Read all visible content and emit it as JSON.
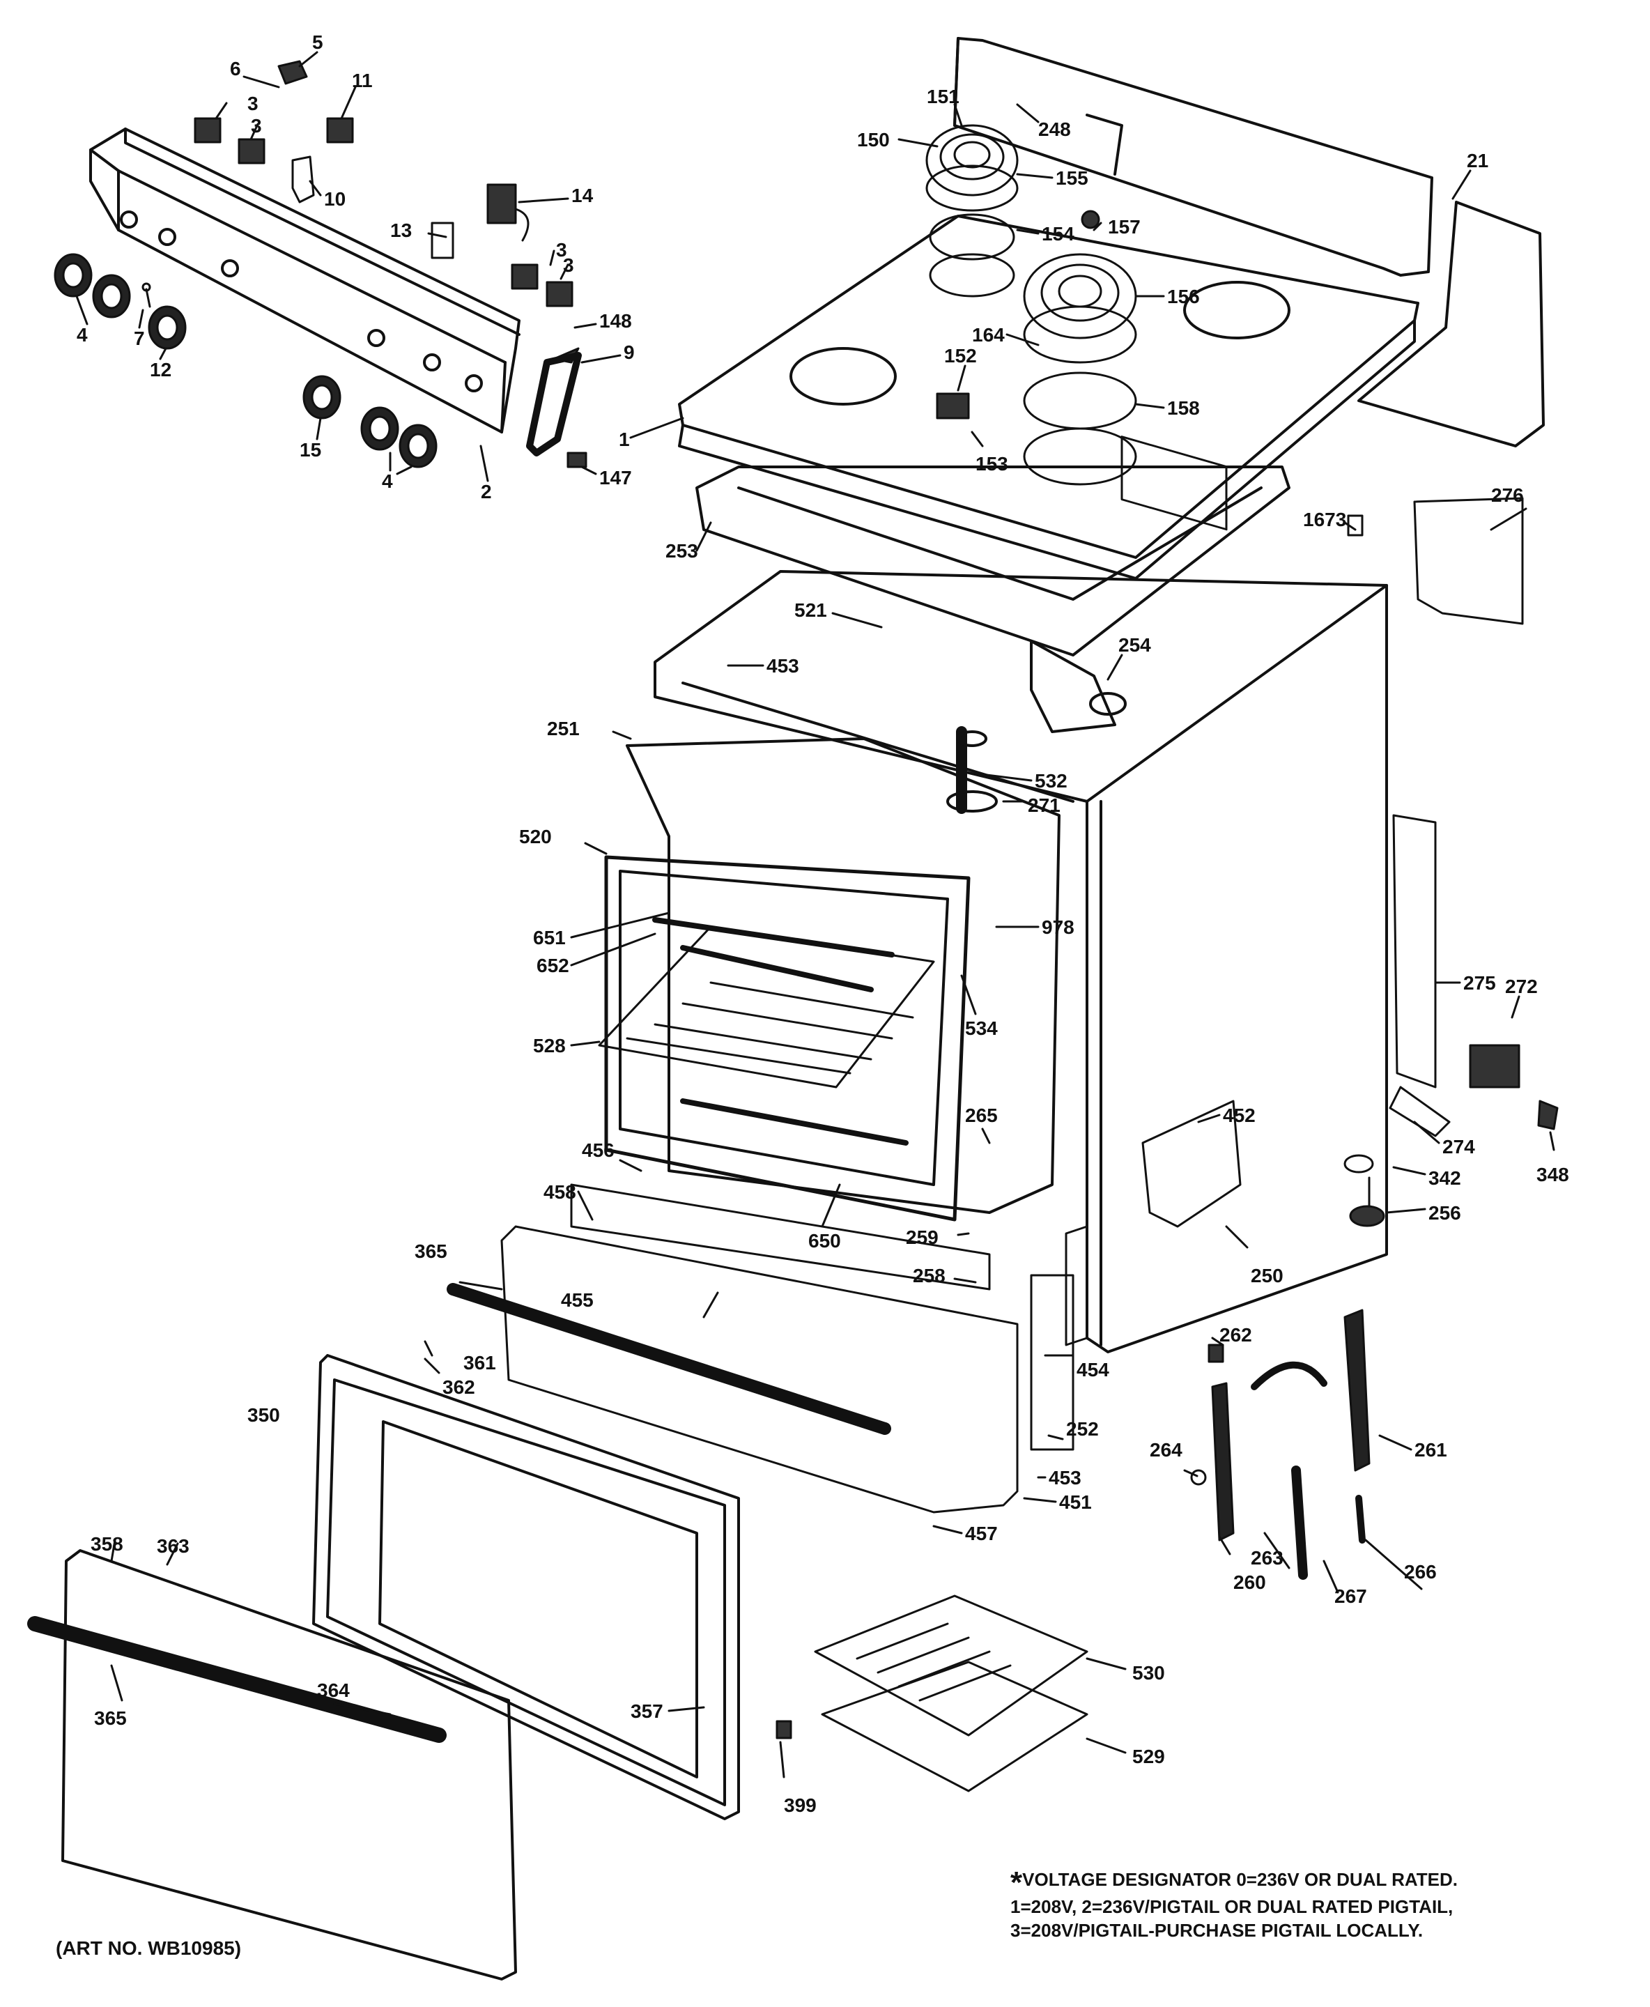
{
  "callouts": [
    {
      "id": "5",
      "text": "5"
    },
    {
      "id": "6",
      "text": "6"
    },
    {
      "id": "3a",
      "text": "3"
    },
    {
      "id": "3b",
      "text": "3"
    },
    {
      "id": "11",
      "text": "11"
    },
    {
      "id": "10",
      "text": "10"
    },
    {
      "id": "14",
      "text": "14"
    },
    {
      "id": "13",
      "text": "13"
    },
    {
      "id": "3c",
      "text": "3"
    },
    {
      "id": "3d",
      "text": "3"
    },
    {
      "id": "148",
      "text": "148"
    },
    {
      "id": "9",
      "text": "9"
    },
    {
      "id": "147",
      "text": "147"
    },
    {
      "id": "4a",
      "text": "4"
    },
    {
      "id": "7",
      "text": "7"
    },
    {
      "id": "12",
      "text": "12"
    },
    {
      "id": "15",
      "text": "15"
    },
    {
      "id": "4b",
      "text": "4"
    },
    {
      "id": "2",
      "text": "2"
    },
    {
      "id": "1",
      "text": "1"
    },
    {
      "id": "151",
      "text": "151"
    },
    {
      "id": "150",
      "text": "150"
    },
    {
      "id": "248",
      "text": "248"
    },
    {
      "id": "155",
      "text": "155"
    },
    {
      "id": "157",
      "text": "157"
    },
    {
      "id": "154",
      "text": "154"
    },
    {
      "id": "156",
      "text": "156"
    },
    {
      "id": "164",
      "text": "164"
    },
    {
      "id": "152",
      "text": "152"
    },
    {
      "id": "158",
      "text": "158"
    },
    {
      "id": "153",
      "text": "153"
    },
    {
      "id": "21",
      "text": "21"
    },
    {
      "id": "276",
      "text": "276"
    },
    {
      "id": "1673",
      "text": "1673"
    },
    {
      "id": "253",
      "text": "253"
    },
    {
      "id": "521",
      "text": "521"
    },
    {
      "id": "453a",
      "text": "453"
    },
    {
      "id": "254",
      "text": "254"
    },
    {
      "id": "251",
      "text": "251"
    },
    {
      "id": "532",
      "text": "532"
    },
    {
      "id": "271",
      "text": "271"
    },
    {
      "id": "520",
      "text": "520"
    },
    {
      "id": "978",
      "text": "978"
    },
    {
      "id": "651",
      "text": "651"
    },
    {
      "id": "652",
      "text": "652"
    },
    {
      "id": "534",
      "text": "534"
    },
    {
      "id": "528",
      "text": "528"
    },
    {
      "id": "275",
      "text": "275"
    },
    {
      "id": "272",
      "text": "272"
    },
    {
      "id": "265",
      "text": "265"
    },
    {
      "id": "452",
      "text": "452"
    },
    {
      "id": "274",
      "text": "274"
    },
    {
      "id": "348",
      "text": "348"
    },
    {
      "id": "342",
      "text": "342"
    },
    {
      "id": "256",
      "text": "256"
    },
    {
      "id": "456",
      "text": "456"
    },
    {
      "id": "458",
      "text": "458"
    },
    {
      "id": "650",
      "text": "650"
    },
    {
      "id": "259",
      "text": "259"
    },
    {
      "id": "258",
      "text": "258"
    },
    {
      "id": "250",
      "text": "250"
    },
    {
      "id": "365a",
      "text": "365"
    },
    {
      "id": "455",
      "text": "455"
    },
    {
      "id": "361",
      "text": "361"
    },
    {
      "id": "362",
      "text": "362"
    },
    {
      "id": "454",
      "text": "454"
    },
    {
      "id": "262",
      "text": "262"
    },
    {
      "id": "350",
      "text": "350"
    },
    {
      "id": "252",
      "text": "252"
    },
    {
      "id": "261",
      "text": "261"
    },
    {
      "id": "264",
      "text": "264"
    },
    {
      "id": "453b",
      "text": "453"
    },
    {
      "id": "451",
      "text": "451"
    },
    {
      "id": "457",
      "text": "457"
    },
    {
      "id": "263",
      "text": "263"
    },
    {
      "id": "266",
      "text": "266"
    },
    {
      "id": "260",
      "text": "260"
    },
    {
      "id": "267",
      "text": "267"
    },
    {
      "id": "358",
      "text": "358"
    },
    {
      "id": "363",
      "text": "363"
    },
    {
      "id": "365b",
      "text": "365"
    },
    {
      "id": "364",
      "text": "364"
    },
    {
      "id": "357",
      "text": "357"
    },
    {
      "id": "530",
      "text": "530"
    },
    {
      "id": "529",
      "text": "529"
    },
    {
      "id": "399",
      "text": "399"
    }
  ],
  "footnote": {
    "star": "*",
    "lines": [
      "VOLTAGE DESIGNATOR 0=236V OR DUAL RATED.",
      "1=208V, 2=236V/PIGTAIL OR DUAL RATED PIGTAIL,",
      "3=208V/PIGTAIL-PURCHASE PIGTAIL LOCALLY."
    ]
  },
  "art_number": "(ART NO. WB10985)"
}
